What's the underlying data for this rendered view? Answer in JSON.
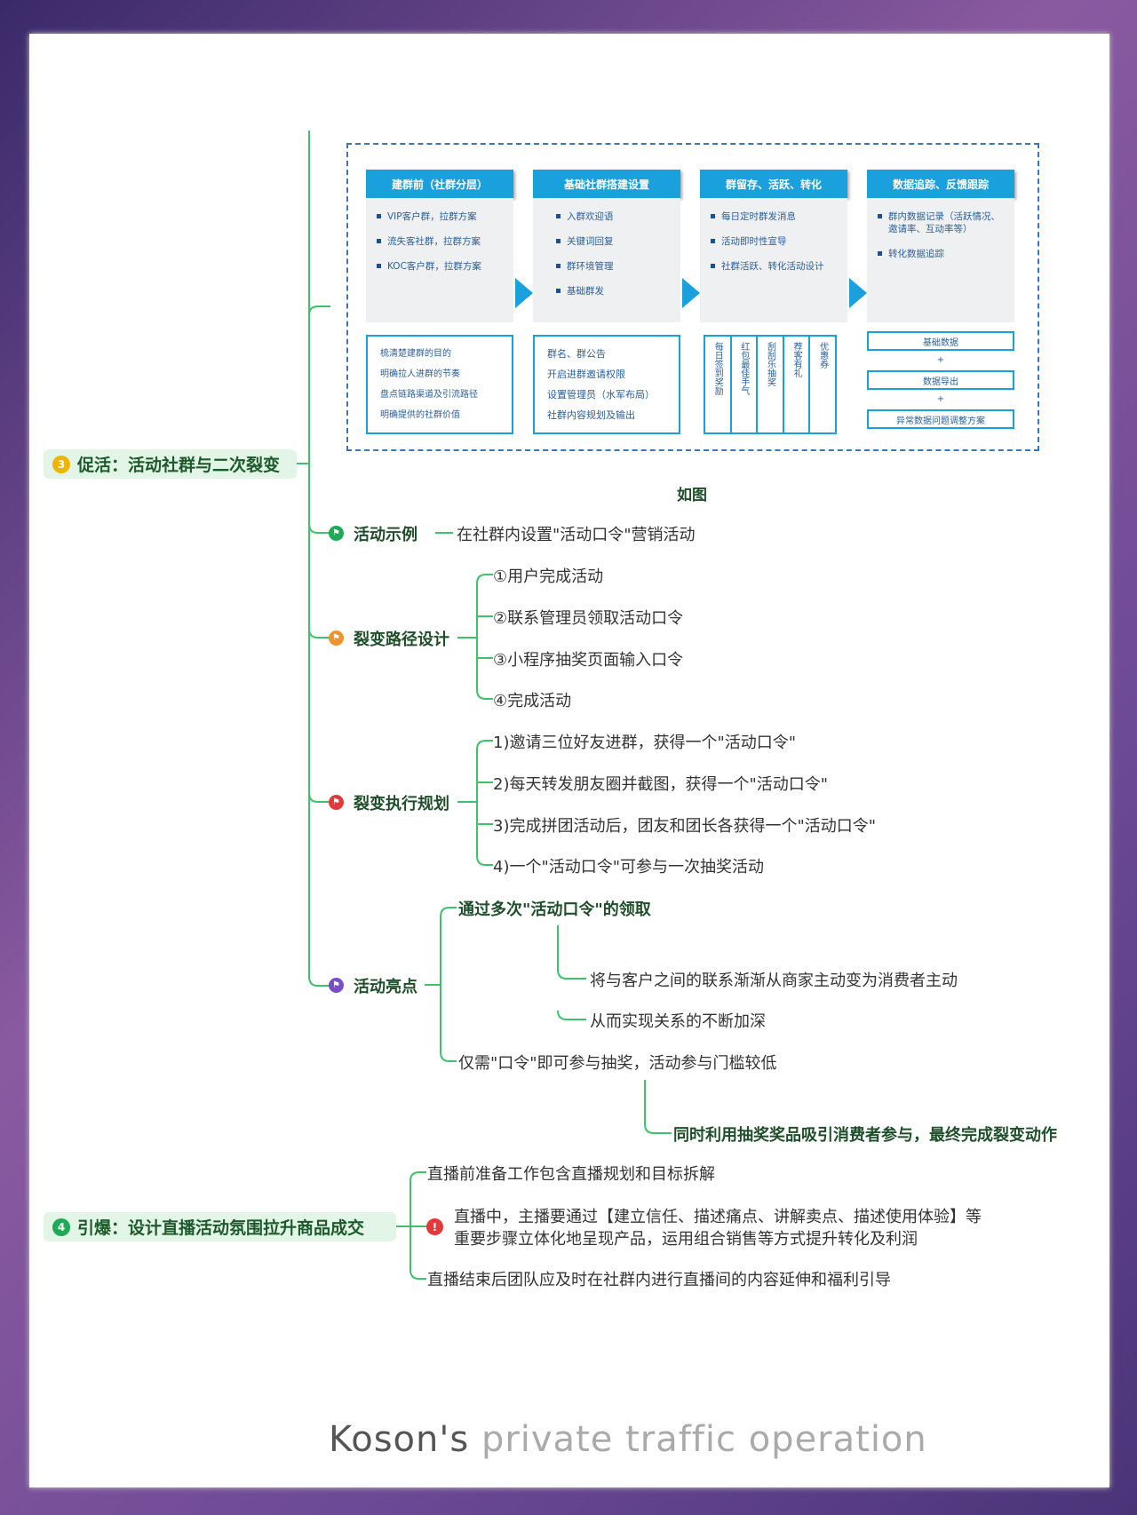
{
  "diagram": {
    "columns": [
      {
        "title": "建群前（社群分层）",
        "items": [
          "VIP客户群，拉群方案",
          "流失客社群，拉群方案",
          "KOC客户群，拉群方案"
        ],
        "footer": [
          "梳清楚建群的目的",
          "明确拉人进群的节奏",
          "盘点链路渠道及引流路径",
          "明确提供的社群价值"
        ]
      },
      {
        "title": "基础社群搭建设置",
        "items": [
          "入群欢迎语",
          "关键词回复",
          "群环境管理",
          "基础群发"
        ],
        "footer": [
          "群名、群公告",
          "开启进群邀请权限",
          "设置管理员（水军布局）",
          "社群内容规划及输出"
        ]
      },
      {
        "title": "群留存、活跃、转化",
        "items": [
          "每日定时群发消息",
          "活动即时性宣导",
          "社群活跃、转化活动设计"
        ],
        "footer": [
          "每日签到奖励",
          "红包最佳手气",
          "刮刮乐抽奖",
          "荐客有礼",
          "优惠券"
        ]
      },
      {
        "title": "数据追踪、反馈跟踪",
        "items": [
          "群内数据记录（活跃情况、邀请率、互动率等）",
          "转化数据追踪"
        ],
        "footer": [
          "基础数据",
          "+",
          "数据导出",
          "+",
          "异常数据问题调整方案"
        ]
      }
    ],
    "caption": "如图"
  },
  "node3": {
    "num": "3",
    "title": "促活：活动社群与二次裂变",
    "example": {
      "label": "活动示例",
      "text": "在社群内设置\"活动口令\"营销活动"
    },
    "path": {
      "label": "裂变路径设计",
      "items": [
        "①用户完成活动",
        "②联系管理员领取活动口令",
        "③小程序抽奖页面输入口令",
        "④完成活动"
      ]
    },
    "exec": {
      "label": "裂变执行规划",
      "items": [
        "1)邀请三位好友进群，获得一个\"活动口令\"",
        "2)每天转发朋友圈并截图，获得一个\"活动口令\"",
        "3)完成拼团活动后，团友和团长各获得一个\"活动口令\"",
        "4)一个\"活动口令\"可参与一次抽奖活动"
      ]
    },
    "highlight": {
      "label": "活动亮点",
      "a": "通过多次\"活动口令\"的领取",
      "a_children": [
        "将与客户之间的联系渐渐从商家主动变为消费者主动",
        "从而实现关系的不断加深"
      ],
      "b": "仅需\"口令\"即可参与抽奖，活动参与门槛较低",
      "b_child": "同时利用抽奖奖品吸引消费者参与，最终完成裂变动作"
    }
  },
  "node4": {
    "num": "4",
    "title": "引爆：设计直播活动氛围拉升商品成交",
    "items": [
      "直播前准备工作包含直播规划和目标拆解",
      "直播中，主播要通过【建立信任、描述痛点、讲解卖点、描述使用体验】等",
      "重要步骤立体化地呈现产品，运用组合销售等方式提升转化及利润",
      "直播结束后团队应及时在社群内进行直播间的内容延伸和福利引导"
    ]
  },
  "footer": {
    "brand_a": "Koson's",
    "brand_b": "private traffic operation"
  },
  "colors": {
    "line": "#3cc36b",
    "blue": "#1aa0dc"
  }
}
